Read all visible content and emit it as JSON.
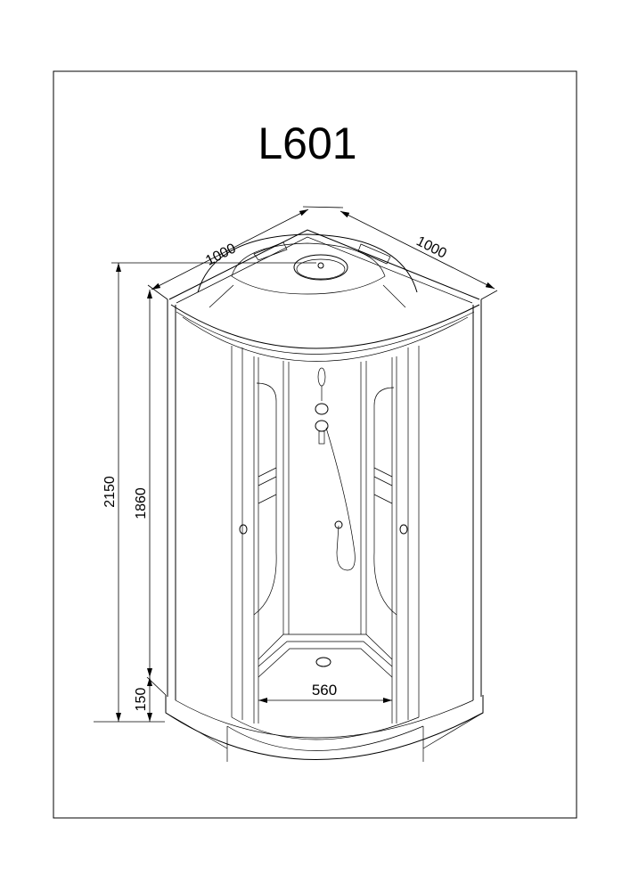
{
  "title": "L601",
  "dimensions": {
    "width_left": "1000",
    "width_right": "1000",
    "total_height": "2150",
    "cabin_height": "1860",
    "tray_height": "150",
    "entrance_width": "560"
  },
  "colors": {
    "line": "#000000",
    "background": "#ffffff"
  }
}
